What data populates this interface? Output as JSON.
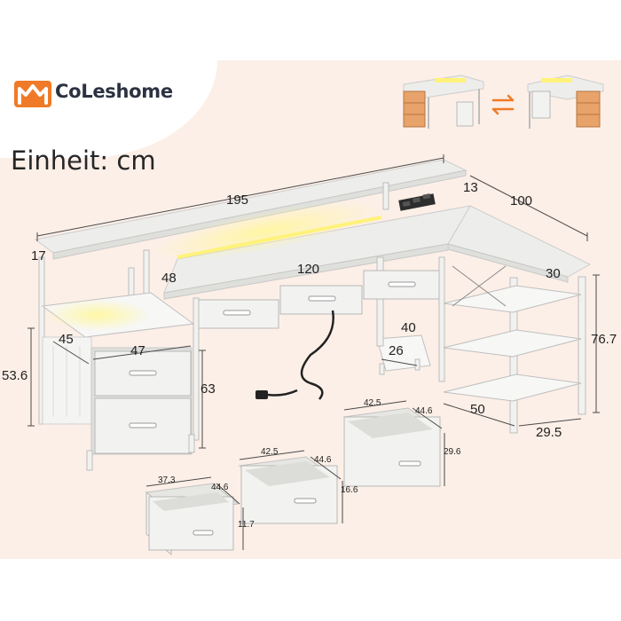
{
  "brand": {
    "name": "CoLeshome",
    "logo_icon": "house-m-logo",
    "logo_color": "#f07a28"
  },
  "unit_label": "Einheit: cm",
  "colors": {
    "background": "#fcefe7",
    "text": "#262626",
    "accent": "#f07a28",
    "light": "#fff27a"
  },
  "icons": {
    "swap": "swap-arrows-icon"
  },
  "dimensions": {
    "total_width": "195",
    "hutch_depth": "13",
    "return_length": "100",
    "shelf_height": "17",
    "riser_width": "48",
    "desk_width": "120",
    "return_width": "30",
    "inner_height": "40",
    "cabinet_depth": "45",
    "cabinet_width": "47",
    "bay_width": "26",
    "total_height": "76.7",
    "hutch_height": "53.6",
    "desk_height": "63",
    "shelf_depth": "50",
    "shelf_width": "29.5"
  },
  "drawers": [
    {
      "width": "37.3",
      "depth": "44.6",
      "height": "11.7"
    },
    {
      "width": "42.5",
      "depth": "44.6",
      "height": "16.6"
    },
    {
      "width": "42.5",
      "depth": "44.6",
      "height": "29.6"
    }
  ]
}
